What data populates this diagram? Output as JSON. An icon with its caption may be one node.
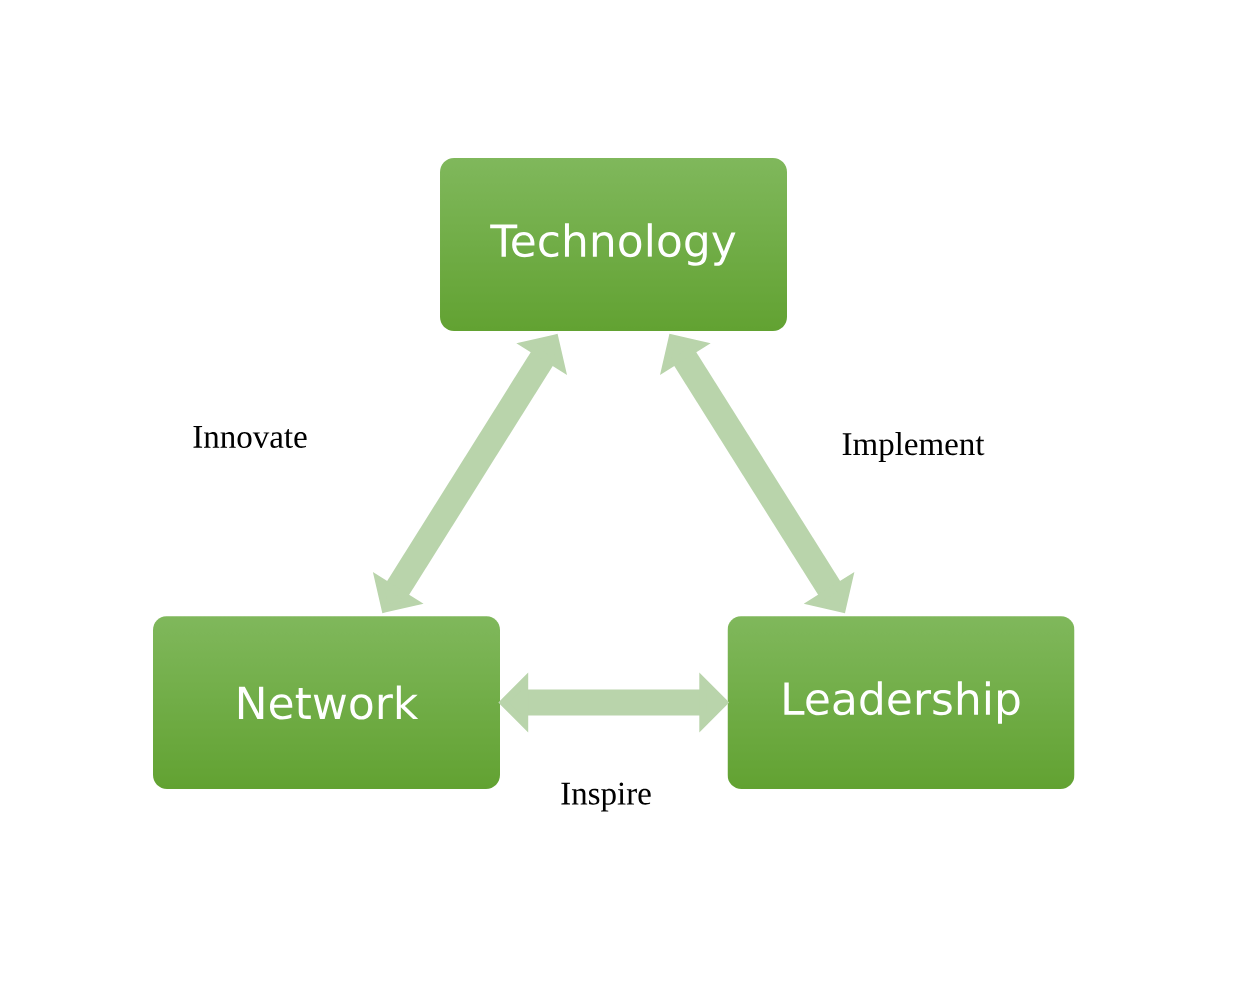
{
  "diagram": {
    "nodes": [
      {
        "text": [
          "Technology"
        ]
      },
      {
        "text": [
          "Network"
        ]
      },
      {
        "text": [
          "Leadership"
        ]
      }
    ],
    "edges": [
      {
        "from": 1,
        "to": 0,
        "arrow": "both",
        "label": "Innovate"
      },
      {
        "from": 0,
        "to": 2,
        "arrow": "both",
        "label": "Implement"
      },
      {
        "from": 1,
        "to": 2,
        "arrow": "both",
        "label": "Inspire"
      }
    ]
  }
}
